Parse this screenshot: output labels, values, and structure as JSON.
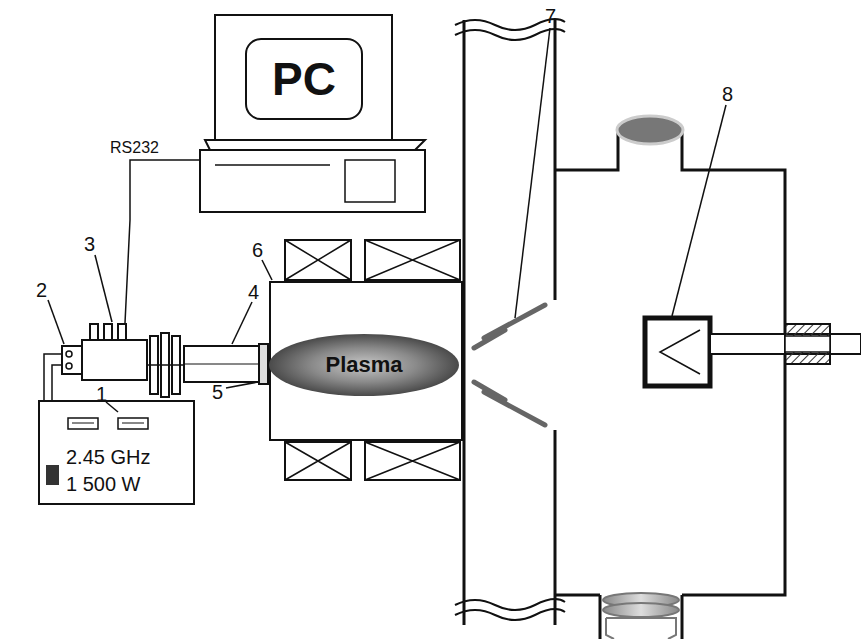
{
  "diagram": {
    "nodes": [
      {
        "text": [
          "PC"
        ]
      },
      {
        "text": [
          "2.45 GHz",
          "1 500 W"
        ]
      },
      {
        "text": [
          "Plasma"
        ]
      }
    ],
    "labels": [
      "RS232",
      "1",
      "2",
      "3",
      "4",
      "5",
      "6",
      "7",
      "8"
    ]
  }
}
